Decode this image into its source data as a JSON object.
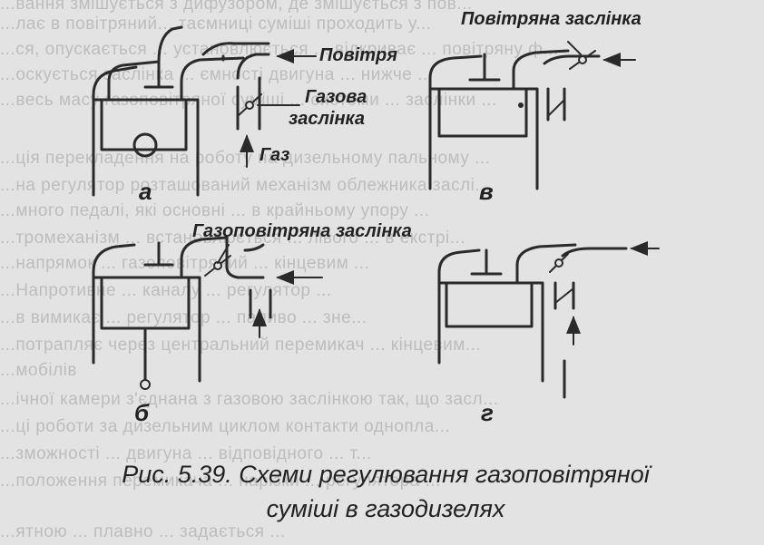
{
  "background_text": [
    "...вання змішується з дифузором, де змішується з пов...",
    "...лає в повітряний... таємниці суміші проходить у...",
    "...ся, опускається ... установлюється ... відкриває ... повітряну ф...",
    "...оскується заслінка ... ємності двигуна ... нижче ...",
    "...весь масу газоповітряної суміші ... системи ... заслінки ...",
    "...ція перекладення на роботу на дизельному пальному ...",
    "...на регулятор розташований механізм облежника заслі...",
    "...много педалі, які основні ... в крайньому упору ...",
    "...тромеханізм ... встановлюється ... лівого ... в екстрі...",
    "...напрямок ... газоповітряний ... кінцевим ... ",
    "...Напротивне ... каналу ... регулятор ... ",
    "...в вимикає ... регулятор ... паливо ... зне...",
    "...потрапляє через центральний перемикач ... кінцевим...",
    "...мобілів",
    "...ічної камери з'єднана з газовою заслінкою так, що засл...",
    "...ці роботи за дизельним циклом контакти однопла...",
    "...зможності ... двигуна ... відповідного ... т...",
    "...положення перемикача ... нарізки ... регулятора ...",
    "...ятною ... плавно ... задається ..."
  ],
  "labels": {
    "povitria": "Повітря",
    "gazova_1": "Газова",
    "gazova_2": "заслінка",
    "gaz": "Газ",
    "povitriana": "Повітряна заслінка",
    "gazopovitriana": "Газоповітряна заслінка"
  },
  "panels": {
    "a": "а",
    "b": "б",
    "v": "в",
    "g": "г"
  },
  "caption": {
    "line1": "Рис. 5.39. Схеми регулювання газоповітряної",
    "line2": "суміші в газодизелях"
  }
}
